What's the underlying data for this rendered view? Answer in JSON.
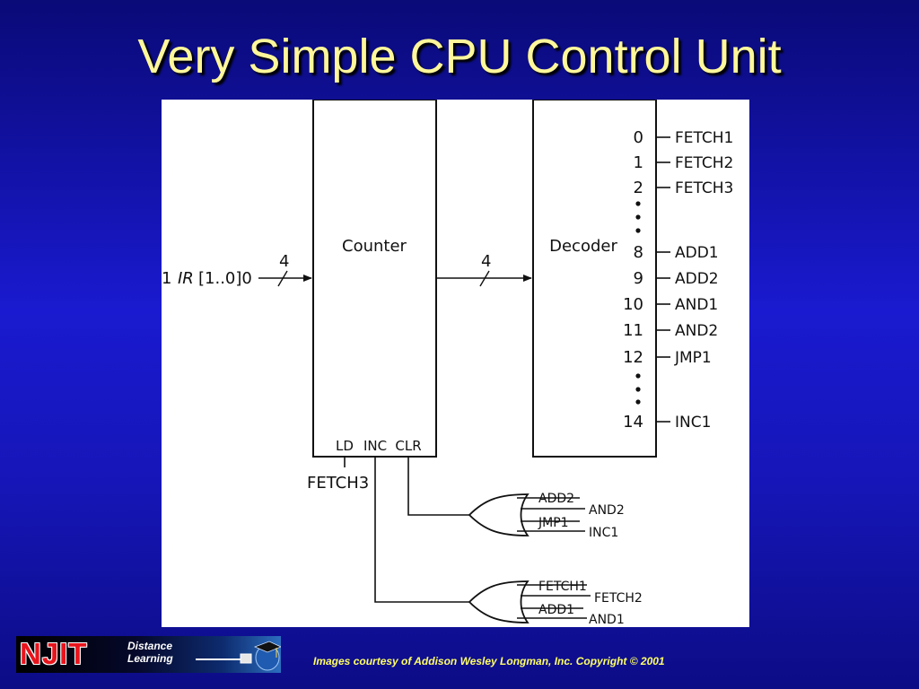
{
  "title": "Very Simple CPU Control Unit",
  "diagram": {
    "input_prefix": "1",
    "input_ir": "IR",
    "input_suffix": "[1..0]0",
    "bus_width_in": "4",
    "bus_width_out": "4",
    "counter_label": "Counter",
    "decoder_label": "Decoder",
    "counter_pins": {
      "ld": "LD",
      "inc": "INC",
      "clr": "CLR"
    },
    "ld_signal": "FETCH3",
    "decoder_outputs": [
      {
        "index": "0",
        "signal": "FETCH1"
      },
      {
        "index": "1",
        "signal": "FETCH2"
      },
      {
        "index": "2",
        "signal": "FETCH3"
      },
      {
        "index": "8",
        "signal": "ADD1"
      },
      {
        "index": "9",
        "signal": "ADD2"
      },
      {
        "index": "10",
        "signal": "AND1"
      },
      {
        "index": "11",
        "signal": "AND2"
      },
      {
        "index": "12",
        "signal": "JMP1"
      },
      {
        "index": "14",
        "signal": "INC1"
      }
    ],
    "or_gate_clr": {
      "inputs": [
        "ADD2",
        "AND2",
        "JMP1",
        "INC1"
      ]
    },
    "or_gate_inc": {
      "inputs": [
        "FETCH1",
        "FETCH2",
        "ADD1",
        "AND1"
      ]
    }
  },
  "logo": {
    "name": "NJIT",
    "line1": "Distance",
    "line2": "Learning"
  },
  "credit": "Images courtesy of Addison Wesley Longman, Inc. Copyright © 2001"
}
